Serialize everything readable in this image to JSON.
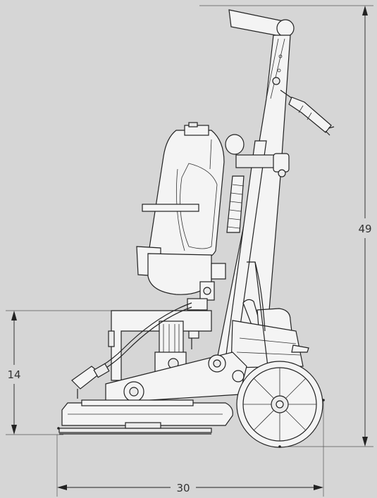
{
  "dimensions": {
    "height_overall": "49",
    "height_base": "14",
    "width_overall": "30"
  },
  "colors": {
    "background": "#d6d6d6",
    "line": "#222222",
    "part_fill": "#ebebeb"
  }
}
